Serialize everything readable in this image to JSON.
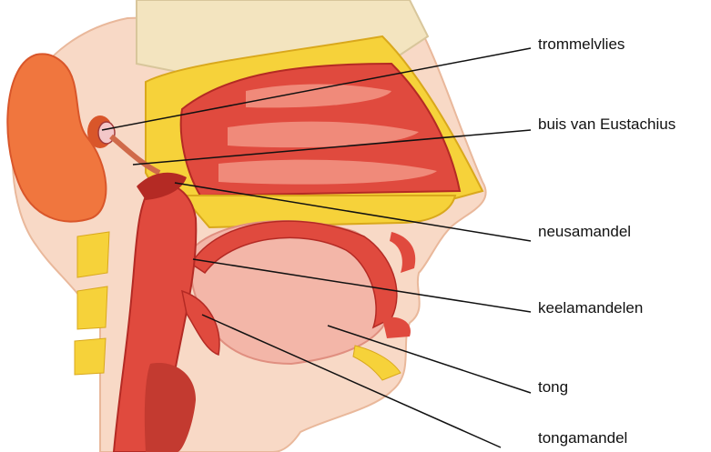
{
  "labels": [
    {
      "id": "trommelvlies",
      "text": "trommelvlies"
    },
    {
      "id": "buis-van-eustachius",
      "text": "buis van Eustachius"
    },
    {
      "id": "neusamandel",
      "text": "neusamandel"
    },
    {
      "id": "keelamandelen",
      "text": "keelamandelen"
    },
    {
      "id": "tong",
      "text": "tong"
    },
    {
      "id": "tongamandel",
      "text": "tongamandel"
    }
  ],
  "colors": {
    "skin": "#f8d9c6",
    "skin_shadow": "#e9b89b",
    "bone": "#f6d23a",
    "bone_dark": "#d9a81c",
    "tissue": "#e04a3e",
    "tissue_dark": "#b42a24",
    "tissue_light": "#f08a7a",
    "tongue": "#f3b6a8",
    "leader_line": "#111111"
  }
}
